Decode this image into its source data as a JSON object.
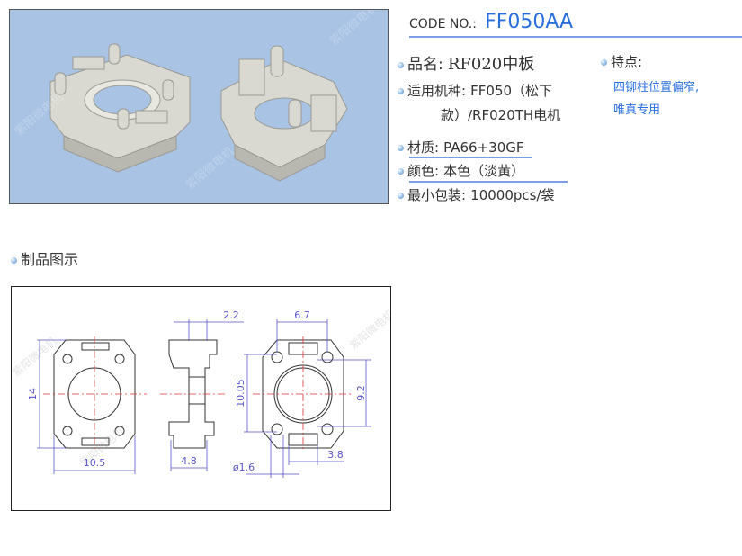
{
  "watermark": "紫阳微电机",
  "header": {
    "code_label": "CODE NO.:",
    "code_value": "FF050AA"
  },
  "specs": [
    {
      "label": "品名:",
      "value": "RF020中板"
    },
    {
      "label": "适用机种:",
      "value": "FF050（松下",
      "value_line2": "款）/RF020TH电机"
    },
    {
      "label": "材质:",
      "value": "PA66+30GF"
    },
    {
      "label": "颜色:",
      "value": "本色（淡黄）"
    },
    {
      "label": "最小包装:",
      "value": "10000pcs/袋"
    }
  ],
  "features": {
    "label": "特点:",
    "lines": [
      "四铆柱位置偏窄,",
      "唯真专用"
    ]
  },
  "section_title": "制品图示",
  "dimensions": {
    "height": "14",
    "width": "10.5",
    "top_offset": "2.2",
    "thickness": "4.8",
    "hole_pitch_x": "6.7",
    "hole_pitch_y": "10.05",
    "ring_height": "9.2",
    "slot_width": "3.8",
    "hole_dia": "ø1.6"
  },
  "colors": {
    "accent": "#2a6fe0",
    "underline": "#7f9ce6",
    "photo_bg": "#a8c3e4",
    "dim": "#5a55c8",
    "center": "#e03030"
  }
}
